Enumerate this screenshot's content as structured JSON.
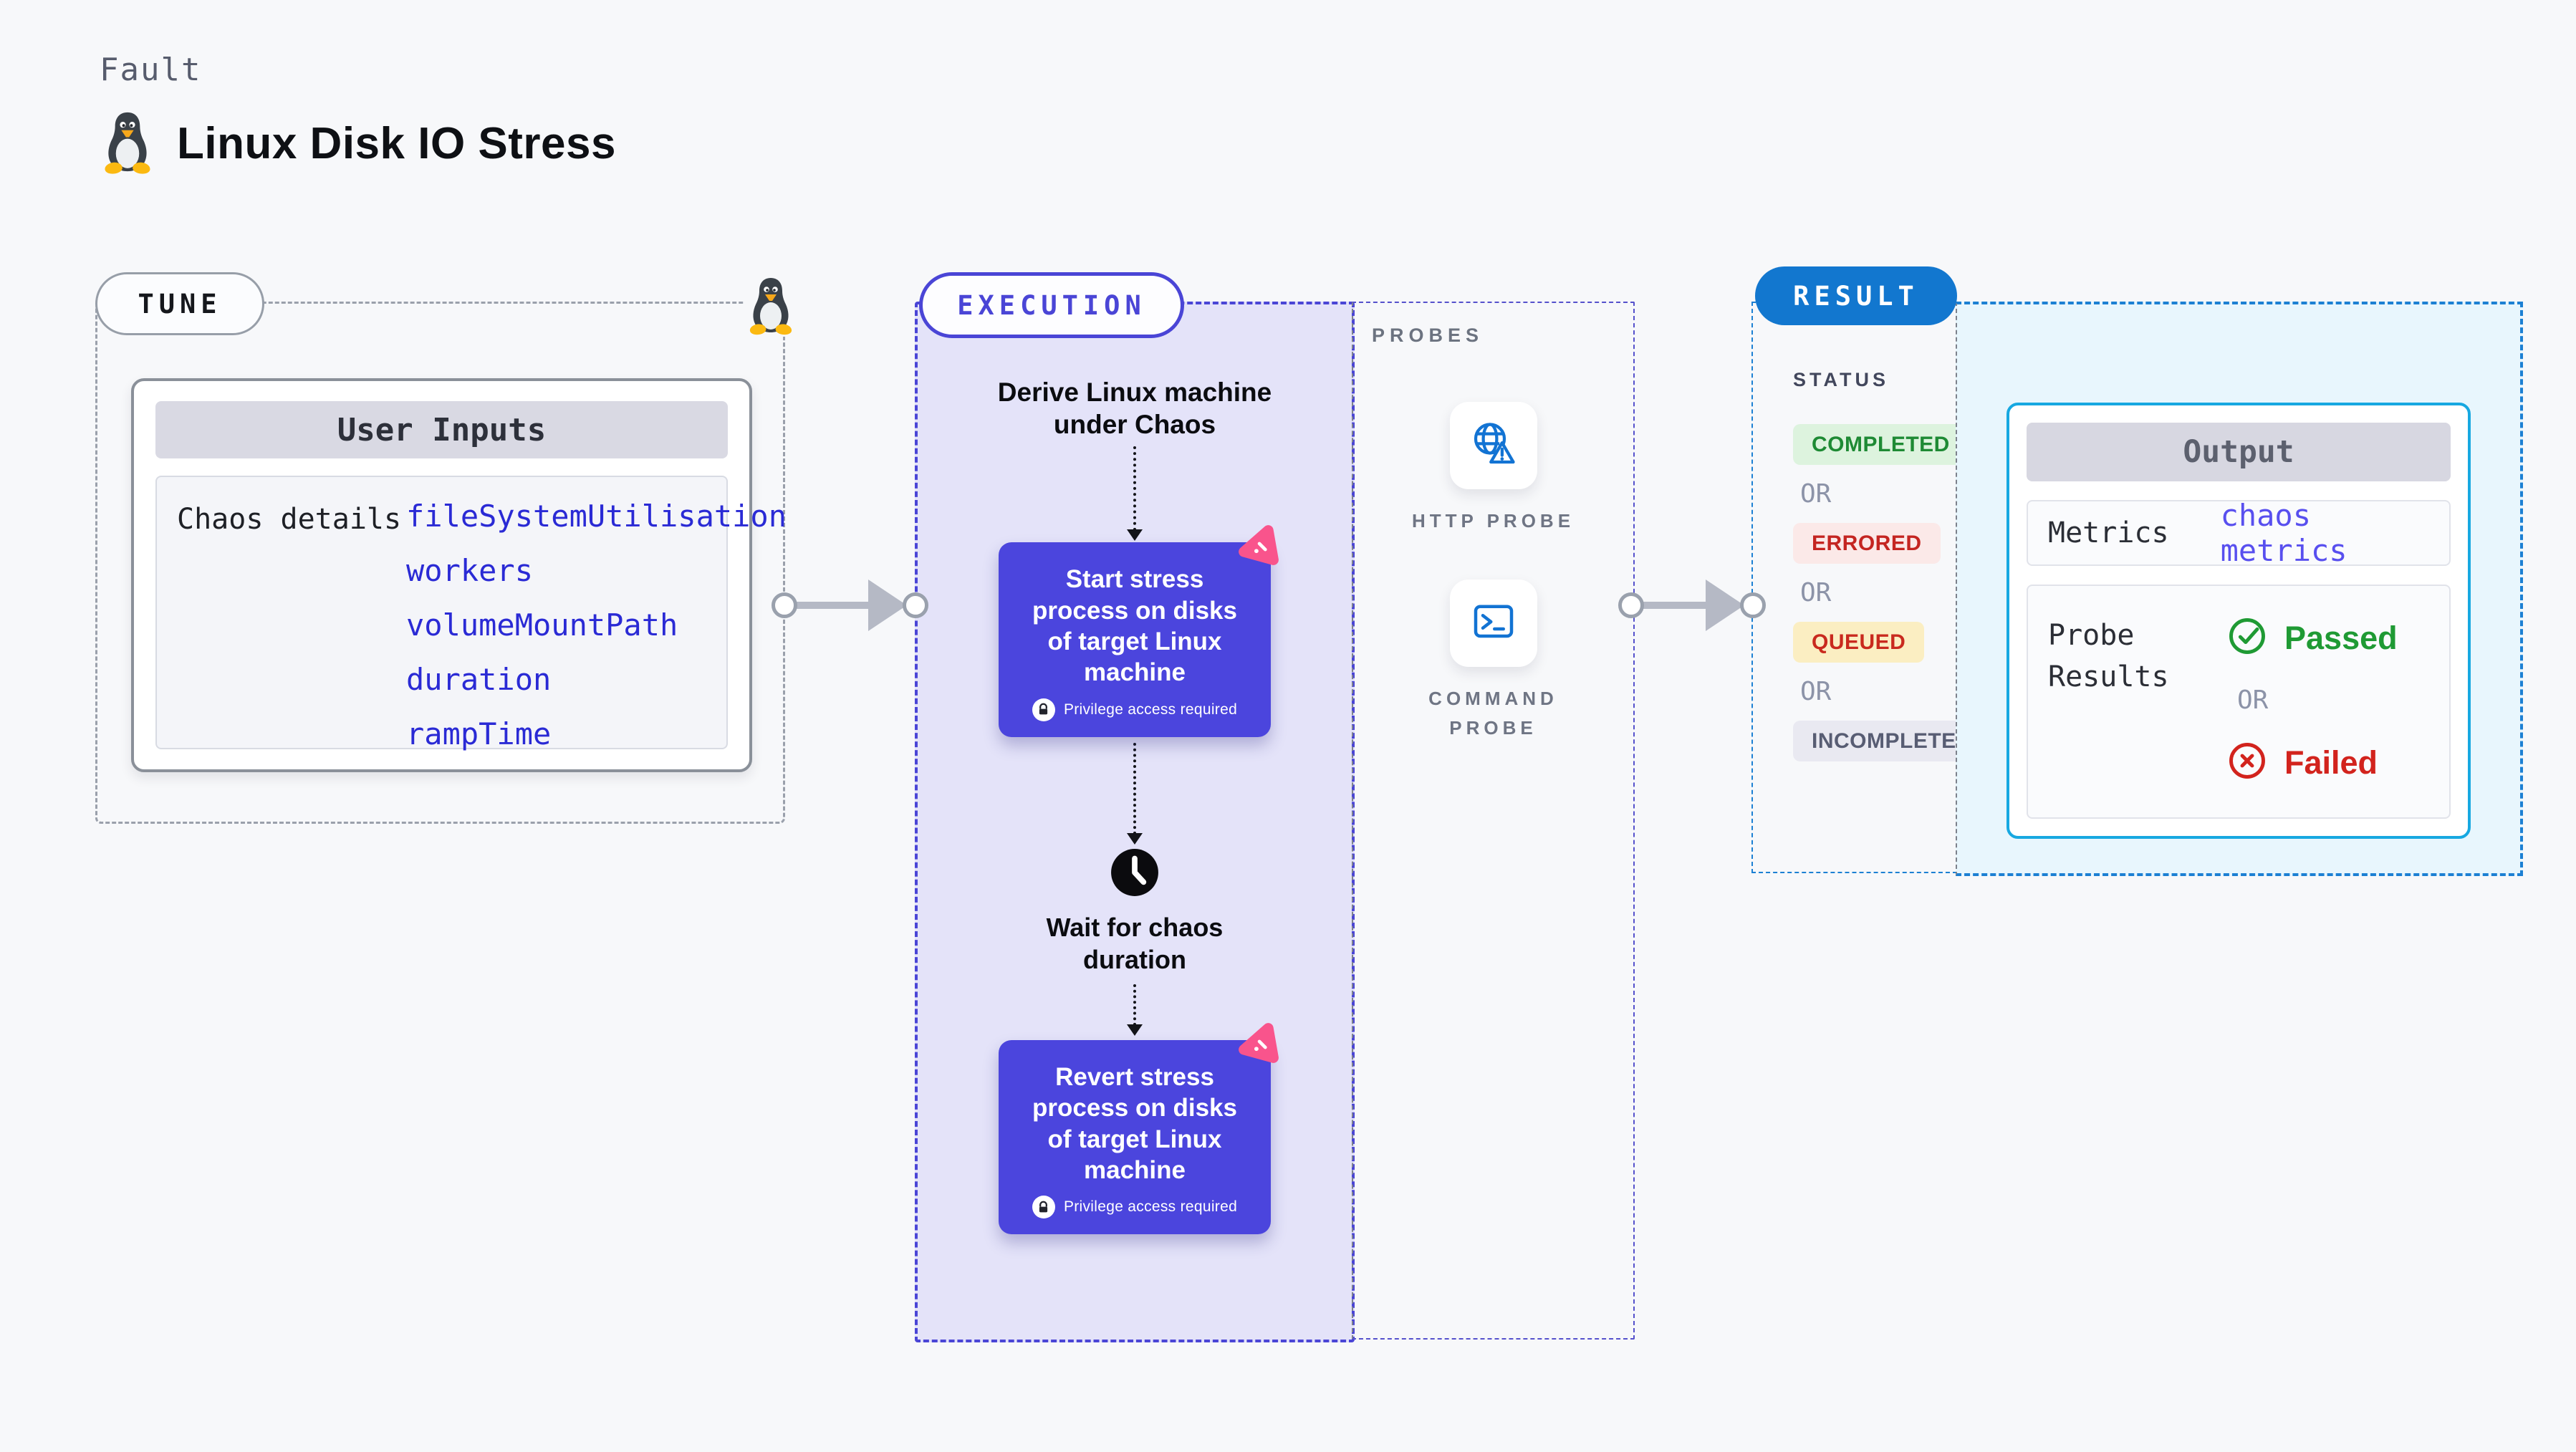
{
  "header": {
    "kicker": "Fault",
    "title": "Linux Disk IO Stress"
  },
  "tune": {
    "pill": "TUNE",
    "card_header": "User Inputs",
    "row_label": "Chaos details",
    "params": [
      "fileSystemUtilisation",
      "workers",
      "volumeMountPath",
      "duration",
      "rampTime"
    ]
  },
  "execution": {
    "pill": "EXECUTION",
    "derive_text": "Derive Linux machine under Chaos",
    "start_text": "Start stress process on disks of target Linux machine",
    "wait_text": "Wait for chaos duration",
    "revert_text": "Revert stress process on disks of target Linux machine",
    "privilege_text": "Privilege access required",
    "probes_label": "PROBES",
    "probes": [
      {
        "label": "HTTP PROBE"
      },
      {
        "label": "COMMAND PROBE"
      }
    ]
  },
  "result": {
    "pill": "RESULT",
    "status_label": "STATUS",
    "or_label": "OR",
    "statuses": [
      "COMPLETED",
      "ERRORED",
      "QUEUED",
      "INCOMPLETED"
    ],
    "output": {
      "header": "Output",
      "metrics_label": "Metrics",
      "metrics_value": "chaos metrics",
      "probe_results_label": "Probe Results",
      "passed_label": "Passed",
      "failed_label": "Failed"
    }
  },
  "icons": {
    "penguin": "tux-icon",
    "chaos": "chaos-pinwheel-icon",
    "lock": "lock-icon",
    "clock": "clock-icon",
    "http_probe": "globe-alert-icon",
    "command_probe": "terminal-icon",
    "passed": "check-circle-icon",
    "failed": "x-circle-icon"
  },
  "colors": {
    "page_bg": "#f7f8fa",
    "indigo": "#4a45d6",
    "node_indigo": "#4b45dd",
    "lavender_bg": "#e4e3f9",
    "result_blue": "#1277cf",
    "result_dash": "#1c80d3",
    "card_cyan": "#17a8e1",
    "lightblue_bg": "#e8f6fd",
    "pink": "#f9548c",
    "green": "#1f9a34",
    "red": "#d2231d",
    "probe_icon_blue": "#1273d3",
    "completed_bg": "#ddf3de",
    "completed_fg": "#1e8a34",
    "errored_bg": "#fbe9e8",
    "errored_fg": "#c42521",
    "queued_bg": "#fbeec2",
    "queued_fg": "#c92a1e",
    "incompleted_bg": "#e9e9f1",
    "incompleted_fg": "#585d73"
  }
}
